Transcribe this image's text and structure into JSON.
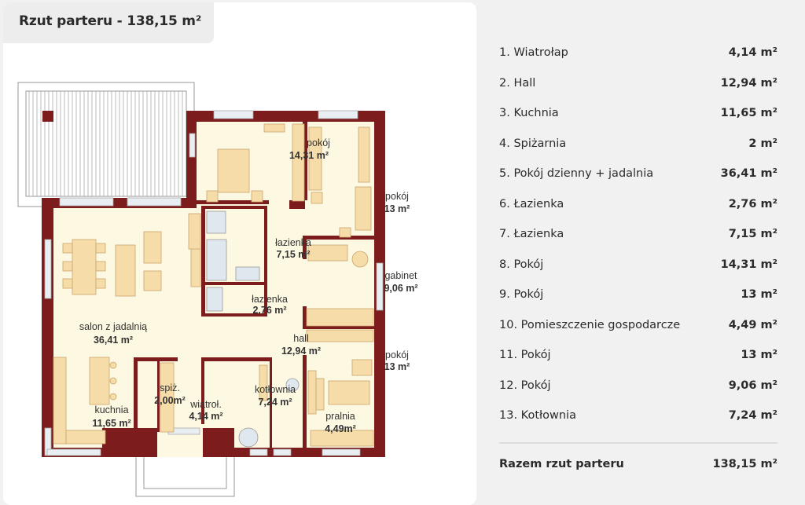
{
  "header": {
    "title": "Rzut parteru - 138,15 m²"
  },
  "plan": {
    "rooms": [
      {
        "name": "pokój",
        "area": "14,31 m²"
      },
      {
        "name": "pokój",
        "area": "13 m²"
      },
      {
        "name": "łazienka",
        "area": "7,15 m²"
      },
      {
        "name": "gabinet",
        "area": "9,06 m²"
      },
      {
        "name": "łazienka",
        "area": "2,76 m²"
      },
      {
        "name": "salon z jadalnią",
        "area": "36,41 m²"
      },
      {
        "name": "hall",
        "area": "12,94 m²"
      },
      {
        "name": "pokój",
        "area": "13 m²"
      },
      {
        "name": "spiż.",
        "area": "2,00m²"
      },
      {
        "name": "kotłownia",
        "area": "7,24 m²"
      },
      {
        "name": "kuchnia",
        "area": "11,65 m²"
      },
      {
        "name": "wiatroł.",
        "area": "4,14 m²"
      },
      {
        "name": "pralnia",
        "area": "4,49m²"
      }
    ],
    "colors": {
      "wall": "#7d1c1c",
      "floor": "#fdf8e2",
      "furniture": "#f5dca8"
    }
  },
  "summary": {
    "items": [
      {
        "label": "1. Wiatrołap",
        "value": "4,14 m²"
      },
      {
        "label": "2. Hall",
        "value": "12,94 m²"
      },
      {
        "label": "3. Kuchnia",
        "value": "11,65 m²"
      },
      {
        "label": "4. Spiżarnia",
        "value": "2 m²"
      },
      {
        "label": "5. Pokój dzienny + jadalnia",
        "value": "36,41 m²"
      },
      {
        "label": "6. Łazienka",
        "value": "2,76 m²"
      },
      {
        "label": "7. Łazienka",
        "value": "7,15 m²"
      },
      {
        "label": "8. Pokój",
        "value": "14,31 m²"
      },
      {
        "label": "9. Pokój",
        "value": "13 m²"
      },
      {
        "label": "10. Pomieszczenie gospodarcze",
        "value": "4,49 m²"
      },
      {
        "label": "11. Pokój",
        "value": "13 m²"
      },
      {
        "label": "12. Pokój",
        "value": "9,06 m²"
      },
      {
        "label": "13. Kotłownia",
        "value": "7,24 m²"
      }
    ],
    "total_label": "Razem rzut parteru",
    "total_value": "138,15 m²"
  }
}
